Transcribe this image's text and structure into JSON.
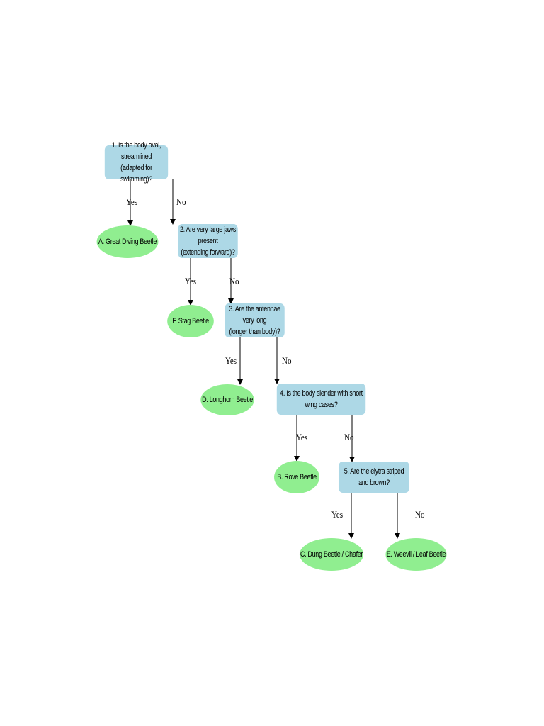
{
  "questions": [
    {
      "id": "q1",
      "lines": [
        "1. Is the body oval, streamlined",
        "(adapted for swimming)?"
      ]
    },
    {
      "id": "q2",
      "lines": [
        "2. Are very large jaws present",
        "(extending forward)?"
      ]
    },
    {
      "id": "q3",
      "lines": [
        "3. Are the antennae very long",
        "(longer than body)?"
      ]
    },
    {
      "id": "q4",
      "lines": [
        "4. Is the body slender with short wing cases?"
      ]
    },
    {
      "id": "q5",
      "lines": [
        "5. Are the elytra striped and brown?"
      ]
    }
  ],
  "answers": [
    {
      "id": "a",
      "label": "A. Great Diving Beetle"
    },
    {
      "id": "f",
      "label": "F. Stag Beetle"
    },
    {
      "id": "d",
      "label": "D. Longhorn Beetle"
    },
    {
      "id": "b",
      "label": "B. Rove Beetle"
    },
    {
      "id": "c",
      "label": "C. Dung Beetle / Chafer"
    },
    {
      "id": "e",
      "label": "E. Weevil / Leaf Beetle"
    }
  ],
  "edges": [
    {
      "from": "q1",
      "to": "a",
      "label": "Yes"
    },
    {
      "from": "q1",
      "to": "q2",
      "label": "No"
    },
    {
      "from": "q2",
      "to": "f",
      "label": "Yes"
    },
    {
      "from": "q2",
      "to": "q3",
      "label": "No"
    },
    {
      "from": "q3",
      "to": "d",
      "label": "Yes"
    },
    {
      "from": "q3",
      "to": "q4",
      "label": "No"
    },
    {
      "from": "q4",
      "to": "b",
      "label": "Yes"
    },
    {
      "from": "q4",
      "to": "q5",
      "label": "No"
    },
    {
      "from": "q5",
      "to": "c",
      "label": "Yes"
    },
    {
      "from": "q5",
      "to": "e",
      "label": "No"
    }
  ],
  "colors": {
    "question_fill": "#add8e6",
    "answer_fill": "#90ee90",
    "edge": "#000000"
  }
}
